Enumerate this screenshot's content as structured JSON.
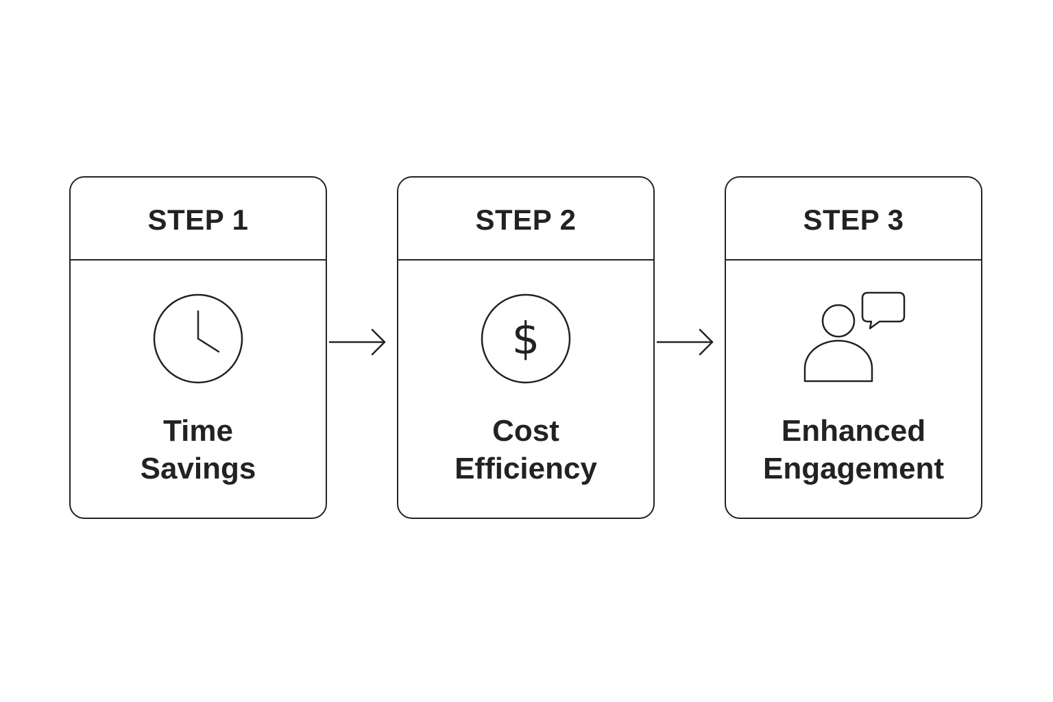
{
  "steps": [
    {
      "label": "STEP 1",
      "icon": "clock-icon",
      "title_line1": "Time",
      "title_line2": "Savings"
    },
    {
      "label": "STEP 2",
      "icon": "dollar-coin-icon",
      "title_line1": "Cost",
      "title_line2": "Efficiency"
    },
    {
      "label": "STEP 3",
      "icon": "person-speech-bubble-icon",
      "title_line1": "Enhanced",
      "title_line2": "Engagement"
    }
  ],
  "colors": {
    "stroke": "#222222",
    "background": "#ffffff"
  }
}
